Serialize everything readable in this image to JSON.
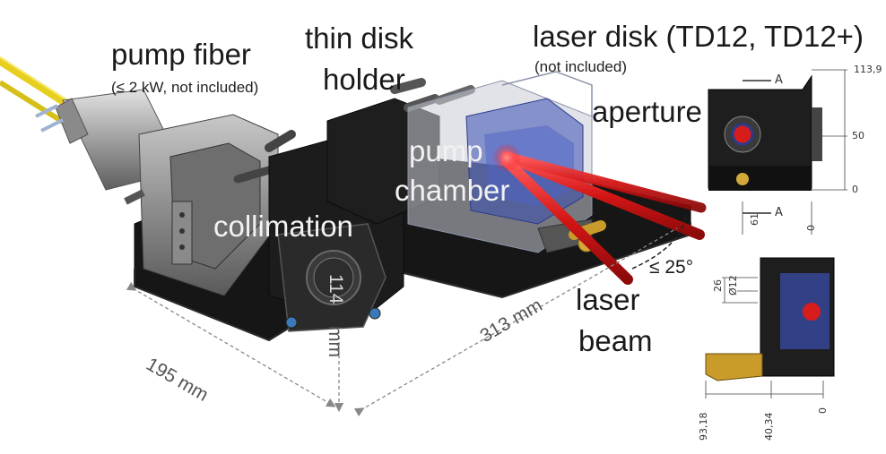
{
  "labels": {
    "pump_fiber": "pump fiber",
    "pump_fiber_note": "(≤ 2 kW, not included)",
    "thin_disk_line1": "thin disk",
    "thin_disk_line2": "holder",
    "laser_disk": "laser disk (TD12, TD12+)",
    "laser_disk_note": "(not included)",
    "aperture": "aperture",
    "pump_line1": "pump",
    "pump_line2": "chamber",
    "collimation": "collimation",
    "laser_line1": "laser",
    "laser_line2": "beam",
    "angle": "≤ 25°"
  },
  "dimensions": {
    "width": "195 mm",
    "length": "313 mm",
    "height_value": "114",
    "height_unit": "mm"
  },
  "drawing": {
    "top_view": {
      "section": "A",
      "dim_top": "113,9",
      "dim_mid": "50",
      "dim_zero": "0",
      "dim_bottom_a": "61",
      "dim_bottom_b": "0"
    },
    "side_view": {
      "dim_a": "26",
      "dim_b": "Ø12",
      "dim_c": "93,18",
      "dim_d": "40,34",
      "dim_e": "0"
    }
  },
  "colors": {
    "fiber": "#e6cf1f",
    "beam": "#d81b1b",
    "body": "#161616",
    "metal": "#9a9a9a",
    "disk_blue": "#3b4fb0"
  }
}
